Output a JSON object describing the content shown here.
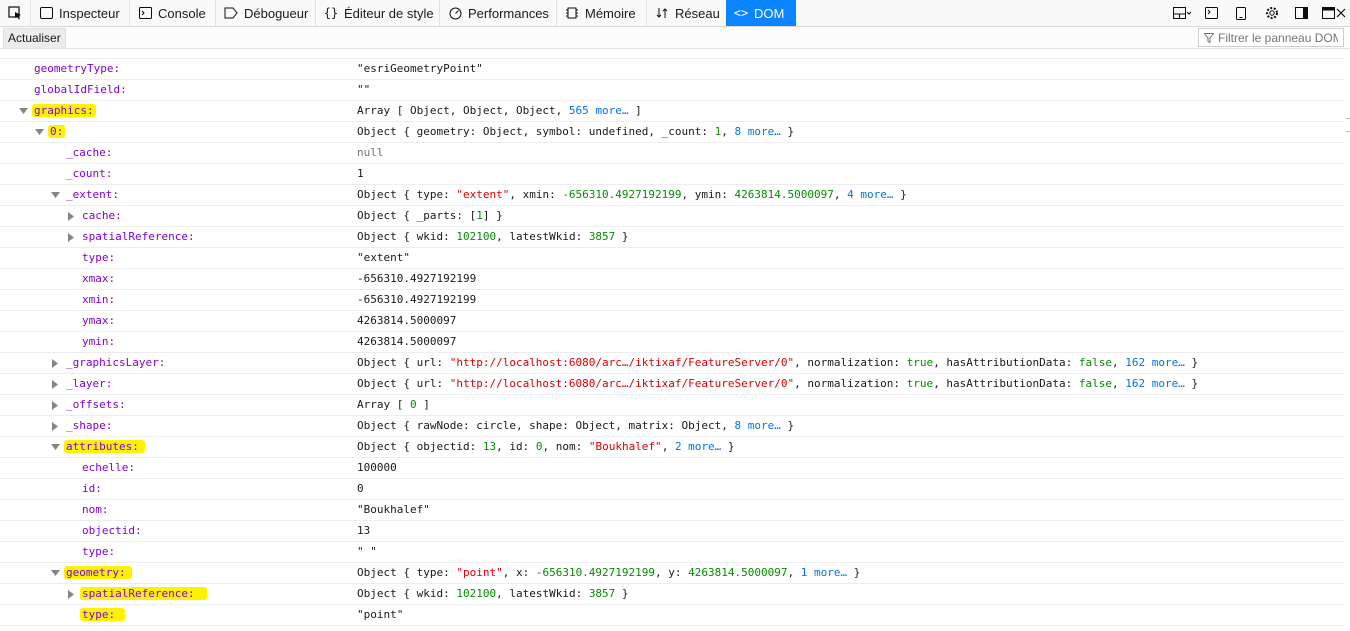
{
  "toolbar": {
    "tabs": [
      {
        "label": "Inspecteur"
      },
      {
        "label": "Console"
      },
      {
        "label": "Débogueur"
      },
      {
        "label": "Éditeur de style"
      },
      {
        "label": "Performances"
      },
      {
        "label": "Mémoire"
      },
      {
        "label": "Réseau"
      },
      {
        "label": "DOM"
      }
    ],
    "selected_tab": "DOM",
    "accent_color": "#0a84ff"
  },
  "subbar": {
    "refresh_label": "Actualiser",
    "filter_placeholder": "Filtrer le panneau DOM"
  },
  "tree": {
    "rows": [
      {
        "key": "geometryType:",
        "value": "\"esriGeometryPoint\""
      },
      {
        "key": "globalIdField:",
        "value": "\"\""
      },
      {
        "key": "graphics:",
        "value": "Array [ Object, Object, Object, 565 more… ]"
      },
      {
        "key": "0:",
        "value": "Object { geometry: Object, symbol: undefined, _count: 1, 8 more… }"
      },
      {
        "key": "_cache:",
        "value": "null"
      },
      {
        "key": "_count:",
        "value": "1"
      },
      {
        "key": "_extent:",
        "value": "Object { type: \"extent\", xmin: -656310.4927192199, ymin: 4263814.5000097, 4 more… }"
      },
      {
        "key": "cache:",
        "value": "Object { _parts: [1] }"
      },
      {
        "key": "spatialReference:",
        "value": "Object { wkid: 102100, latestWkid: 3857 }"
      },
      {
        "key": "type:",
        "value": "\"extent\""
      },
      {
        "key": "xmax:",
        "value": "-656310.4927192199"
      },
      {
        "key": "xmin:",
        "value": "-656310.4927192199"
      },
      {
        "key": "ymax:",
        "value": "4263814.5000097"
      },
      {
        "key": "ymin:",
        "value": "4263814.5000097"
      },
      {
        "key": "_graphicsLayer:",
        "value": "Object { url: \"http://localhost:6080/arc…/iktixaf/FeatureServer/0\", normalization: true, hasAttributionData: false, 162 more… }"
      },
      {
        "key": "_layer:",
        "value": "Object { url: \"http://localhost:6080/arc…/iktixaf/FeatureServer/0\", normalization: true, hasAttributionData: false, 162 more… }"
      },
      {
        "key": "_offsets:",
        "value": "Array [ 0 ]"
      },
      {
        "key": "_shape:",
        "value": "Object { rawNode: circle, shape: Object, matrix: Object, 8 more… }"
      },
      {
        "key": "attributes:",
        "value": "Object { objectid: 13, id: 0, nom: \"Boukhalef\", 2 more… }"
      },
      {
        "key": "echelle:",
        "value": "100000"
      },
      {
        "key": "id:",
        "value": "0"
      },
      {
        "key": "nom:",
        "value": "\"Boukhalef\""
      },
      {
        "key": "objectid:",
        "value": "13"
      },
      {
        "key": "type:",
        "value": "\" \""
      },
      {
        "key": "geometry:",
        "value": "Object { type: \"point\", x: -656310.4927192199, y: 4263814.5000097, 1 more… }"
      },
      {
        "key": "spatialReference:",
        "value": "Object { wkid: 102100, latestWkid: 3857 }"
      },
      {
        "key": "type:",
        "value": "\"point\""
      }
    ],
    "colors": {
      "key": "#8000d7",
      "string": "#dd0000",
      "number": "#058b00",
      "more_link": "#0074e8",
      "highlight": "#fff200"
    }
  }
}
